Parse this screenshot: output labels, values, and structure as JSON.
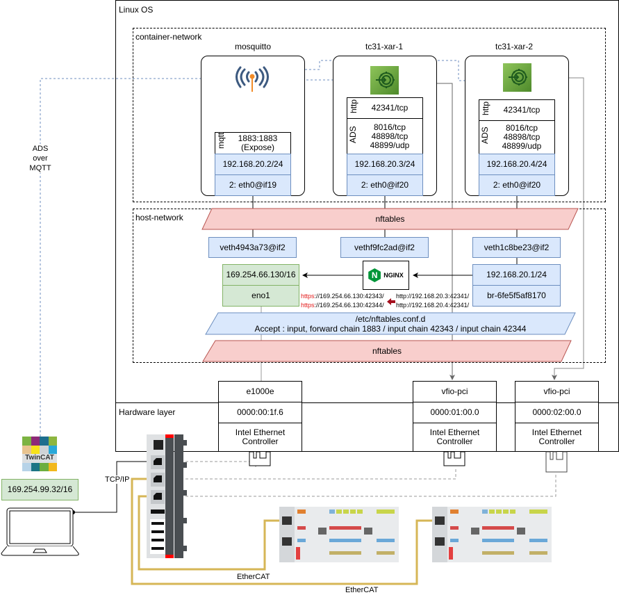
{
  "regions": {
    "linux_os": "Linux OS",
    "container_network": "container-network",
    "host_network": "host-network",
    "hardware_layer": "Hardware layer"
  },
  "containers": [
    {
      "name": "mosquitto",
      "icon": "mqtt-broadcast-icon",
      "ports": [
        {
          "proto": "mqtt",
          "lines": [
            "1883:1883",
            "(Expose)"
          ]
        }
      ],
      "ip": "192.168.20.2/24",
      "iface": "2: eth0@if19"
    },
    {
      "name": "tc31-xar-1",
      "icon": "gear-arrow-icon",
      "ports": [
        {
          "proto": "http",
          "lines": [
            "42341/tcp"
          ]
        },
        {
          "proto": "ADS",
          "lines": [
            "8016/tcp",
            "48898/tcp",
            "48899/udp"
          ]
        }
      ],
      "ip": "192.168.20.3/24",
      "iface": "2: eth0@if20"
    },
    {
      "name": "tc31-xar-2",
      "icon": "gear-arrow-icon",
      "ports": [
        {
          "proto": "http",
          "lines": [
            "42341/tcp"
          ]
        },
        {
          "proto": "ADS",
          "lines": [
            "8016/tcp",
            "48898/tcp",
            "48899/udp"
          ]
        }
      ],
      "ip": "192.168.20.4/24",
      "iface": "2: eth0@if20"
    }
  ],
  "host_network": {
    "nftables_top": "nftables",
    "nftables_bottom": "nftables",
    "veths": [
      "veth4943a73@if2",
      "vethf9fc2ad@if2",
      "veth1c8be23@if2"
    ],
    "eno1": {
      "ip": "169.254.66.130/16",
      "name": "eno1"
    },
    "bridge": {
      "ip": "192.168.20.1/24",
      "name": "br-6fe5f5af8170"
    },
    "nginx_label": "NGINX",
    "https_urls": [
      {
        "scheme": "https",
        "rest": "://169.254.66.130:42343/"
      },
      {
        "scheme": "https",
        "rest": "://169.254.66.130:42344/"
      }
    ],
    "http_urls": [
      "http://192.168.20.3:42341/",
      "http://192.168.20.4:42341/"
    ],
    "nftables_conf": {
      "line1": "/etc/nftables.conf.d",
      "line2": "Accept : input, forward chain  1883 / input chain 42343 / input chain 42344"
    }
  },
  "hardware": [
    {
      "driver": "e1000e",
      "pci": "0000:00:1f.6",
      "device": [
        "Intel Ethernet",
        "Controller"
      ]
    },
    {
      "driver": "vfio-pci",
      "pci": "0000:01:00.0",
      "device": [
        "Intel Ethernet",
        "Controller"
      ]
    },
    {
      "driver": "vfio-pci",
      "pci": "0000:02:00.0",
      "device": [
        "Intel Ethernet",
        "Controller"
      ]
    }
  ],
  "external": {
    "ads_over_mqtt": [
      "ADS",
      "over",
      "MQTT"
    ],
    "twincat_label": "TwinCAT",
    "laptop_ip": "169.254.99.32/16",
    "tcpip_label": "TCP/IP",
    "ethercat_1": "EtherCAT",
    "ethercat_2": "EtherCAT"
  },
  "colors": {
    "blue_fill": "#dae8fc",
    "blue_stroke": "#6c8ebf",
    "red_fill": "#f8cecc",
    "red_stroke": "#b85450",
    "green_fill": "#d5e8d4",
    "green_stroke": "#82b366",
    "ethercat_cable": "#d6b656",
    "https_red": "#e31b1b"
  }
}
